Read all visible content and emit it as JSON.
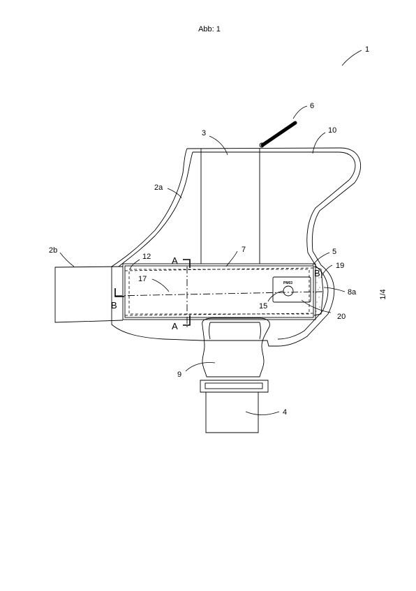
{
  "figure_title": "Abb: 1",
  "page_number": "1/4",
  "labels": {
    "n1": "1",
    "n2a": "2a",
    "n2b": "2b",
    "n3": "3",
    "n4": "4",
    "n5": "5",
    "n6": "6",
    "n7": "7",
    "n8a": "8a",
    "n9": "9",
    "n10": "10",
    "n12": "12",
    "n15": "15",
    "n17": "17",
    "n19": "19",
    "n20": "20"
  },
  "section_marks": {
    "a_top": "A",
    "a_bottom": "A",
    "b_left": "B",
    "b_right": "B"
  },
  "tag_text": "PM03"
}
